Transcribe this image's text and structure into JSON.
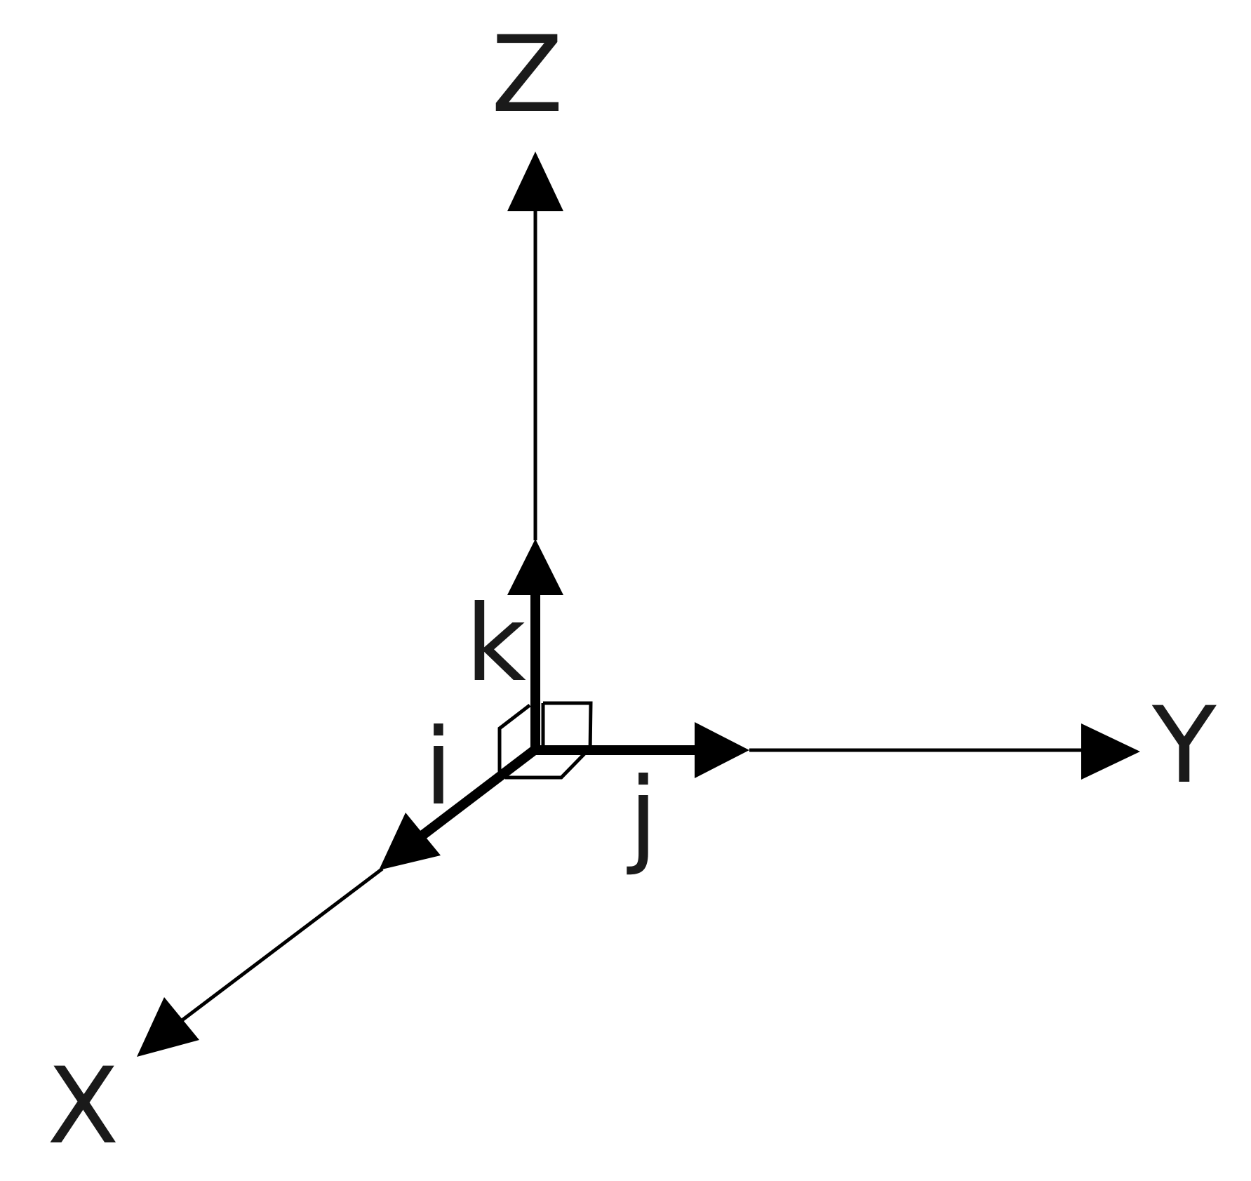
{
  "diagram": {
    "axes": {
      "x_label": "X",
      "y_label": "Y",
      "z_label": "Z"
    },
    "unit_vectors": {
      "i_label": "i",
      "j_label": "j",
      "k_label": "k"
    }
  }
}
